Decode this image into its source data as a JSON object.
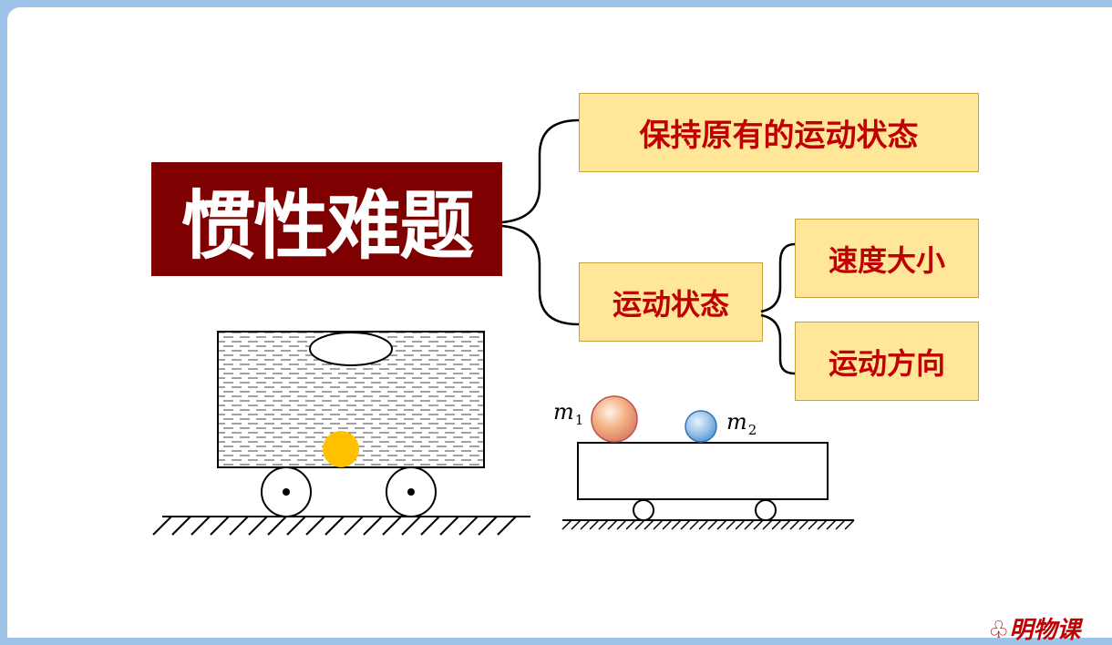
{
  "title": "惯性难题",
  "mindmap": {
    "keep_state": "保持原有的运动状态",
    "motion_state": "运动状态",
    "speed": "速度大小",
    "direction": "运动方向"
  },
  "diagram2": {
    "mass1": "m",
    "mass1_sub": "1",
    "mass2": "m",
    "mass2_sub": "2"
  },
  "logo_text": "明物课",
  "colors": {
    "title_bg": "#7f0000",
    "node_bg": "#ffe699",
    "node_text": "#c00000",
    "ball_yellow": "#ffc000",
    "ball_red": "#f4b183",
    "ball_blue": "#9dc3e6"
  }
}
